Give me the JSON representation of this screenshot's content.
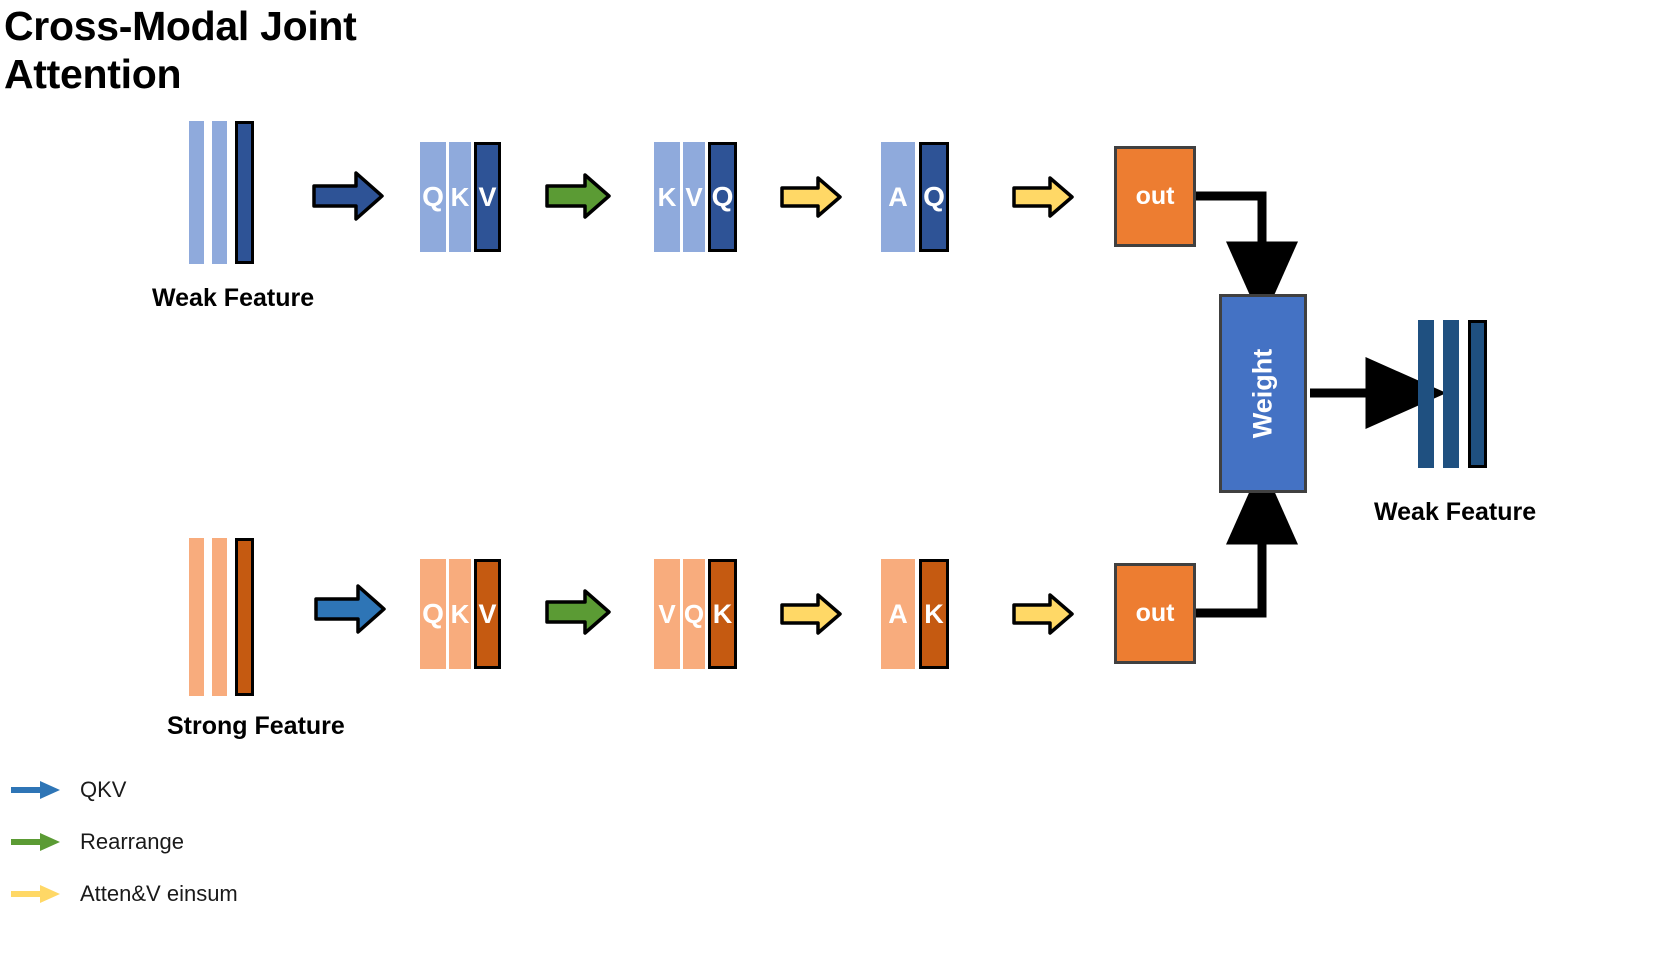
{
  "title": "Cross-Modal Joint Attention",
  "colors": {
    "weak_light": "#8FAADC",
    "weak_dark": "#2E5396",
    "strong_light": "#F8AC7D",
    "strong_dark": "#C55A11",
    "out_orange": "#ED7D31",
    "weight_blue": "#4472C4",
    "output_blue": "#1F5080",
    "arrow_navy": "#2E5396",
    "arrow_blue": "#2E75B6",
    "arrow_green": "#5B9B34",
    "arrow_yellow": "#FFD866",
    "outline_black": "#000000"
  },
  "weak_row": {
    "input": {
      "caption": "Weak Feature",
      "bars": [
        "",
        "",
        ""
      ]
    },
    "qkv": {
      "labels": [
        "Q",
        "K",
        "V"
      ]
    },
    "rearranged": {
      "labels": [
        "K",
        "V",
        "Q"
      ]
    },
    "atten": {
      "labels": [
        "A",
        "Q"
      ]
    },
    "out": {
      "label": "out"
    },
    "arrows": [
      "QKV",
      "Rearrange",
      "Atten&V einsum",
      "Atten&V einsum"
    ]
  },
  "strong_row": {
    "input": {
      "caption": "Strong Feature",
      "bars": [
        "",
        "",
        ""
      ]
    },
    "qkv": {
      "labels": [
        "Q",
        "K",
        "V"
      ]
    },
    "rearranged": {
      "labels": [
        "V",
        "Q",
        "K"
      ]
    },
    "atten": {
      "labels": [
        "A",
        "K"
      ]
    },
    "out": {
      "label": "out"
    },
    "arrows": [
      "QKV",
      "Rearrange",
      "Atten&V einsum",
      "Atten&V einsum"
    ]
  },
  "fusion": {
    "weight_label": "Weight",
    "output_caption": "Weak Feature"
  },
  "legend": {
    "items": [
      {
        "label": "QKV",
        "color": "#2E75B6"
      },
      {
        "label": "Rearrange",
        "color": "#5B9B34"
      },
      {
        "label": "Atten&V einsum",
        "color": "#FFD866"
      }
    ]
  }
}
